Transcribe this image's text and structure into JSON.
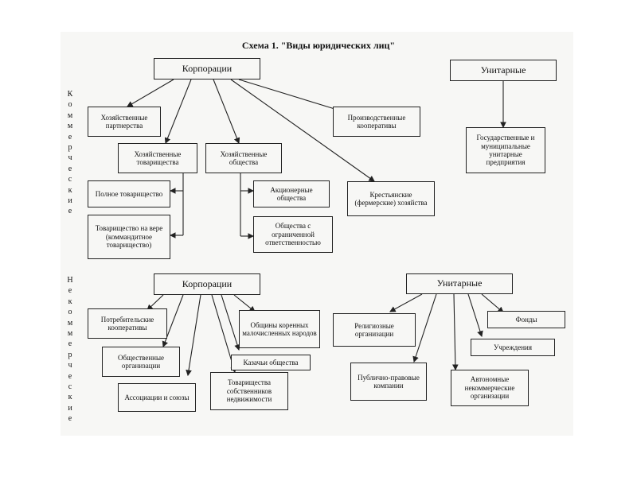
{
  "title": "Схема 1. \"Виды юридических лиц\"",
  "side_labels": {
    "commercial": "Коммерческие",
    "noncommercial": "Некоммерческие"
  },
  "commercial": {
    "corporations": "Корпорации",
    "unitary": "Унитарные",
    "partnerships": "Хозяйственные партнерства",
    "business_partnerships": "Хозяйственные товарищества",
    "business_companies": "Хозяйственные общества",
    "production_coops": "Производственные кооперативы",
    "full_partnership": "Полное товарищество",
    "limited_partnership": "Товарищество на вере (коммандитное товарищество)",
    "joint_stock": "Акционерные общества",
    "llc": "Общества с ограниченной ответственностью",
    "farms": "Крестьянские (фермерские) хозяйства",
    "state_enterprises": "Государственные и муниципальные унитарные предприятия"
  },
  "noncommercial": {
    "corporations": "Корпорации",
    "unitary": "Унитарные",
    "consumer_coops": "Потребительские кооперативы",
    "public_orgs": "Общественные организации",
    "associations": "Ассоциации и союзы",
    "owners_partnerships": "Товарищества собственников недвижимости",
    "indigenous": "Общины коренных малочисленных народов",
    "cossack": "Казачьи общества",
    "religious": "Религиозные организации",
    "public_law": "Публично-правовые компании",
    "autonomous": "Автономные некоммерческие организации",
    "institutions": "Учреждения",
    "funds": "Фонды"
  }
}
